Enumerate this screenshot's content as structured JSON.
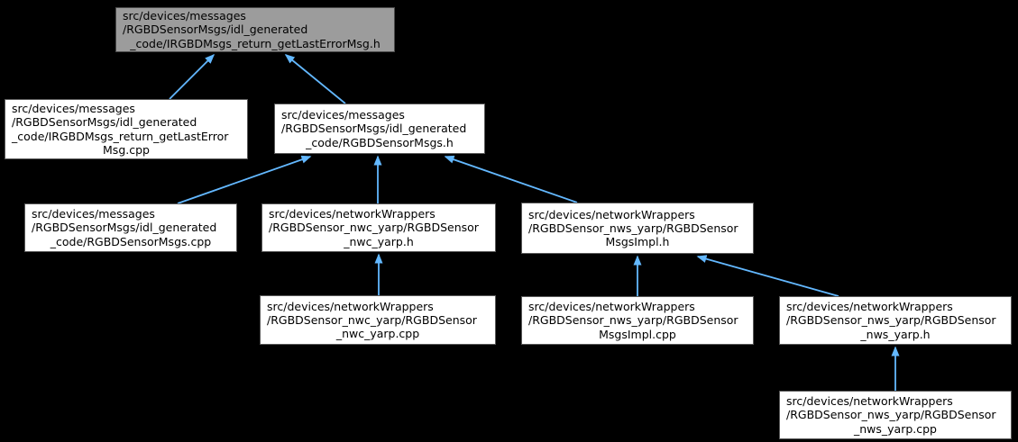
{
  "diagram": {
    "kind": "doxygen-included-by-graph",
    "background_color": "#000000",
    "edge_color": "#63b8ff",
    "node_fill": "#ffffff",
    "node_border": "#595959",
    "highlight_node_fill": "#9c9c9c",
    "text_color": "#000000"
  },
  "nodes": [
    {
      "id": "irgbdmsgs_return_getlasterrormsg_h",
      "highlighted": true,
      "full_path": "src/devices/messages/RGBDSensorMsgs/idl_generated_code/IRGBDMsgs_return_getLastErrorMsg.h",
      "lines": [
        "src/devices/messages",
        "/RGBDSensorMsgs/idl_generated",
        "_code/IRGBDMsgs_return_getLastErrorMsg.h"
      ]
    },
    {
      "id": "irgbdmsgs_return_getlasterrormsg_cpp",
      "highlighted": false,
      "full_path": "src/devices/messages/RGBDSensorMsgs/idl_generated_code/IRGBDMsgs_return_getLastErrorMsg.cpp",
      "lines": [
        "src/devices/messages",
        "/RGBDSensorMsgs/idl_generated",
        "_code/IRGBDMsgs_return_getLastError",
        "Msg.cpp"
      ]
    },
    {
      "id": "rgbdsensormsgs_h",
      "highlighted": false,
      "full_path": "src/devices/messages/RGBDSensorMsgs/idl_generated_code/RGBDSensorMsgs.h",
      "lines": [
        "src/devices/messages",
        "/RGBDSensorMsgs/idl_generated",
        "_code/RGBDSensorMsgs.h"
      ]
    },
    {
      "id": "rgbdsensormsgs_cpp",
      "highlighted": false,
      "full_path": "src/devices/messages/RGBDSensorMsgs/idl_generated_code/RGBDSensorMsgs.cpp",
      "lines": [
        "src/devices/messages",
        "/RGBDSensorMsgs/idl_generated",
        "_code/RGBDSensorMsgs.cpp"
      ]
    },
    {
      "id": "rgbdsensor_nwc_yarp_h",
      "highlighted": false,
      "full_path": "src/devices/networkWrappers/RGBDSensor_nwc_yarp/RGBDSensor_nwc_yarp.h",
      "lines": [
        "src/devices/networkWrappers",
        "/RGBDSensor_nwc_yarp/RGBDSensor",
        "_nwc_yarp.h"
      ]
    },
    {
      "id": "rgbdsensormsgsimpl_h",
      "highlighted": false,
      "full_path": "src/devices/networkWrappers/RGBDSensor_nws_yarp/RGBDSensorMsgsImpl.h",
      "lines": [
        "src/devices/networkWrappers",
        "/RGBDSensor_nws_yarp/RGBDSensor",
        "MsgsImpl.h"
      ]
    },
    {
      "id": "rgbdsensor_nwc_yarp_cpp",
      "highlighted": false,
      "full_path": "src/devices/networkWrappers/RGBDSensor_nwc_yarp/RGBDSensor_nwc_yarp.cpp",
      "lines": [
        "src/devices/networkWrappers",
        "/RGBDSensor_nwc_yarp/RGBDSensor",
        "_nwc_yarp.cpp"
      ]
    },
    {
      "id": "rgbdsensormsgsimpl_cpp",
      "highlighted": false,
      "full_path": "src/devices/networkWrappers/RGBDSensor_nws_yarp/RGBDSensorMsgsImpl.cpp",
      "lines": [
        "src/devices/networkWrappers",
        "/RGBDSensor_nws_yarp/RGBDSensor",
        "MsgsImpl.cpp"
      ]
    },
    {
      "id": "rgbdsensor_nws_yarp_h",
      "highlighted": false,
      "full_path": "src/devices/networkWrappers/RGBDSensor_nws_yarp/RGBDSensor_nws_yarp.h",
      "lines": [
        "src/devices/networkWrappers",
        "/RGBDSensor_nws_yarp/RGBDSensor",
        "_nws_yarp.h"
      ]
    },
    {
      "id": "rgbdsensor_nws_yarp_cpp",
      "highlighted": false,
      "full_path": "src/devices/networkWrappers/RGBDSensor_nws_yarp/RGBDSensor_nws_yarp.cpp",
      "lines": [
        "src/devices/networkWrappers",
        "/RGBDSensor_nws_yarp/RGBDSensor",
        "_nws_yarp.cpp"
      ]
    }
  ],
  "edges": [
    {
      "from": "irgbdmsgs_return_getlasterrormsg_cpp",
      "to": "irgbdmsgs_return_getlasterrormsg_h"
    },
    {
      "from": "rgbdsensormsgs_h",
      "to": "irgbdmsgs_return_getlasterrormsg_h"
    },
    {
      "from": "rgbdsensormsgs_cpp",
      "to": "rgbdsensormsgs_h"
    },
    {
      "from": "rgbdsensor_nwc_yarp_h",
      "to": "rgbdsensormsgs_h"
    },
    {
      "from": "rgbdsensormsgsimpl_h",
      "to": "rgbdsensormsgs_h"
    },
    {
      "from": "rgbdsensor_nwc_yarp_cpp",
      "to": "rgbdsensor_nwc_yarp_h"
    },
    {
      "from": "rgbdsensormsgsimpl_cpp",
      "to": "rgbdsensormsgsimpl_h"
    },
    {
      "from": "rgbdsensor_nws_yarp_h",
      "to": "rgbdsensormsgsimpl_h"
    },
    {
      "from": "rgbdsensor_nws_yarp_cpp",
      "to": "rgbdsensor_nws_yarp_h"
    }
  ]
}
